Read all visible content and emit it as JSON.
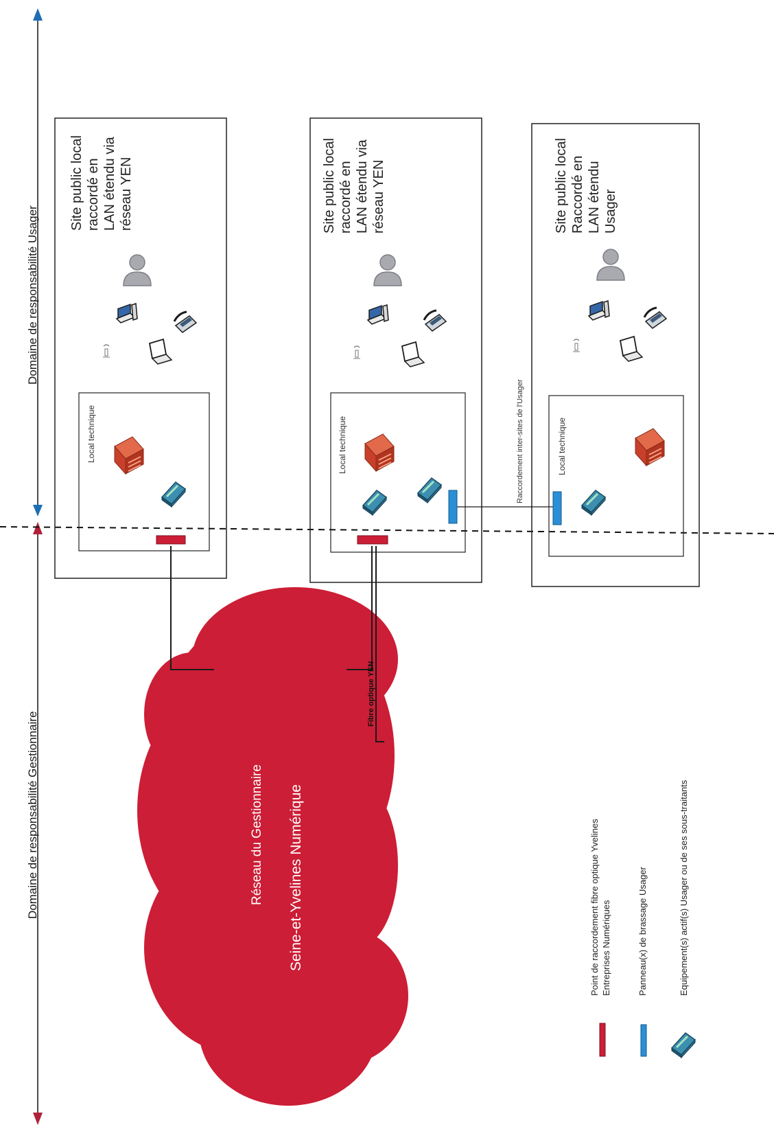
{
  "domains": {
    "usager": "Domaine de responsabilité Usager",
    "gestionnaire": "Domaine de responsabilité Gestionnaire"
  },
  "cloud": {
    "title": "Réseau du Gestionnaire",
    "subtitle": "Seine-et-Yvelines Numérique",
    "color": "#cc1e36"
  },
  "sites": [
    {
      "lines": [
        "Site public local",
        "raccordé en",
        "LAN étendu via",
        "réseau YEN"
      ],
      "local_label": "Local technique"
    },
    {
      "lines": [
        "Site public local",
        "raccordé en",
        "LAN étendu via",
        "réseau YEN"
      ],
      "local_label": "Local technique"
    },
    {
      "lines": [
        "Site public local",
        "Raccordé en",
        "LAN étendu",
        "Usager"
      ],
      "local_label": "Local technique"
    }
  ],
  "links": {
    "fibre": "Fibre optique YEN",
    "inter_sites": "Raccordement inter-sites de l'Usager"
  },
  "legend": {
    "red_line1": "Point de raccordement fibre optique Yvelines",
    "red_line2": "Entreprises Numériques",
    "blue": "Panneau(x) de brassage Usager",
    "device": "Equipement(s) actif(s) Usager ou de ses sous-traitants"
  },
  "colors": {
    "red": "#cc1e36",
    "blue": "#2a8fd6",
    "arrow_blue": "#1c6fb5",
    "arrow_red": "#b0213a"
  },
  "icons": [
    "user-icon",
    "computer-icon",
    "phone-icon",
    "laptop-icon",
    "wifi-icon",
    "server-icon",
    "switch-icon"
  ]
}
